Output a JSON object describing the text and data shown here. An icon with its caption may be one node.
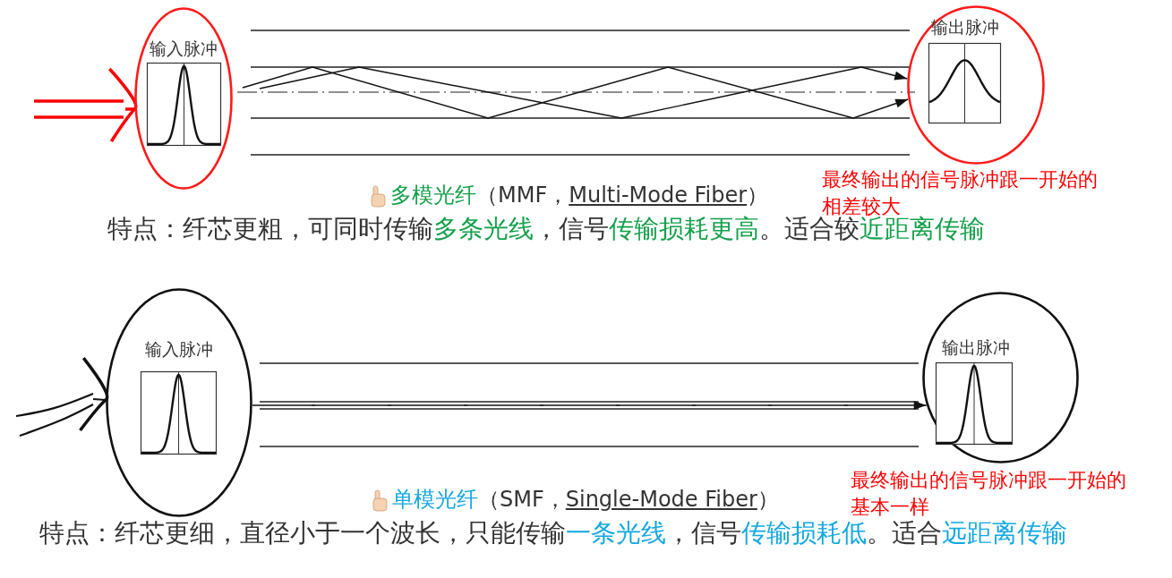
{
  "diagram": {
    "nodes": [
      {
        "text": [
          "输入脉冲"
        ]
      },
      {
        "text": [
          "输出脉冲"
        ],
        "beside": [
          "最终输出的信号脉冲跟一开始的相差较大"
        ]
      },
      {
        "text": [
          "输入脉冲"
        ]
      },
      {
        "text": [
          "输出脉冲"
        ],
        "beside": [
          "最终输出的信号脉冲跟一开始的基本一样"
        ]
      }
    ],
    "edges": [
      {
        "from": null,
        "to": 1,
        "arrow": "to"
      },
      {
        "from": null,
        "to": 1,
        "arrow": "to"
      },
      {
        "from": null,
        "to": 0,
        "arrow": "to",
        "style": "thick",
        "color": "#ff0000"
      },
      {
        "from": 2,
        "to": 3,
        "arrow": "to"
      },
      {
        "from": null,
        "to": 2,
        "arrow": "to"
      }
    ],
    "labels": [
      "**多模光纤**（MMF，*Multi-Mode Fiber*）",
      "特点：纤芯更粗，可同时传输**多条光线**，信号**传输损耗更高**。适合较**近距离传输**",
      "**单模光纤**（SMF，*Single-Mode Fiber*）",
      "特点：纤芯更细，直径小于一个波长，只能传输**一条光线**，信号**传输损耗低**。适合**远距离传输**"
    ]
  }
}
